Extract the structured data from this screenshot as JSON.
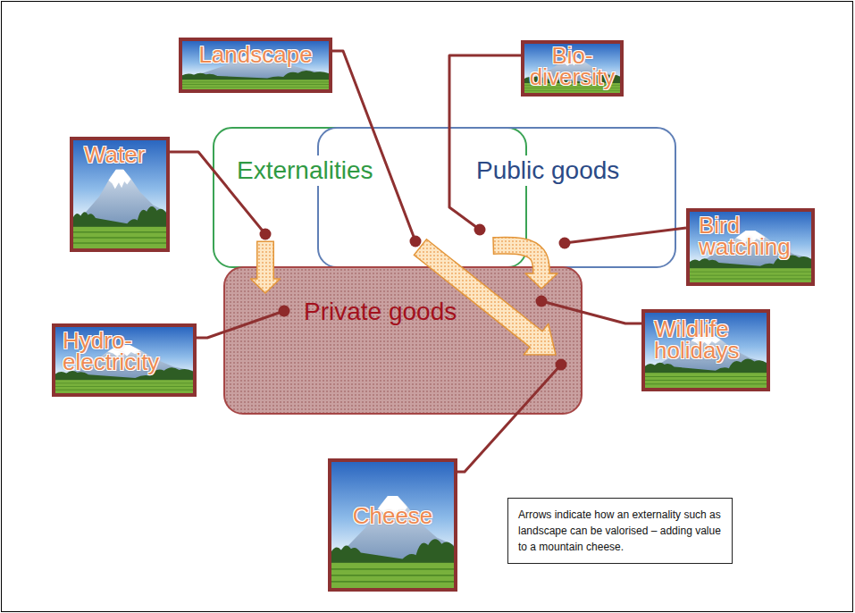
{
  "diagram": {
    "nodes": [
      {
        "text": [
          "Landscape"
        ]
      },
      {
        "text": [
          "Bio- diversity"
        ]
      },
      {
        "text": [
          "Water"
        ]
      },
      {
        "text": [
          "Externalities"
        ]
      },
      {
        "text": [
          "Public goods"
        ]
      },
      {
        "text": [
          "Bird watching"
        ]
      },
      {
        "text": [
          "Private goods"
        ]
      },
      {
        "text": [
          "Hydro- electricity"
        ]
      },
      {
        "text": [
          "Wildlife holidays"
        ]
      },
      {
        "text": [
          "Cheese"
        ]
      },
      {
        "text": [
          "Arrows indicate how an externality such as landscape can be valorised – adding value to a mountain cheese."
        ]
      }
    ],
    "edges": [
      {
        "from": 2,
        "to": 7,
        "arrow": "to"
      },
      {
        "from": 0,
        "to": 9,
        "arrow": "to"
      },
      {
        "from": 1,
        "to": 8,
        "arrow": "to"
      }
    ]
  }
}
